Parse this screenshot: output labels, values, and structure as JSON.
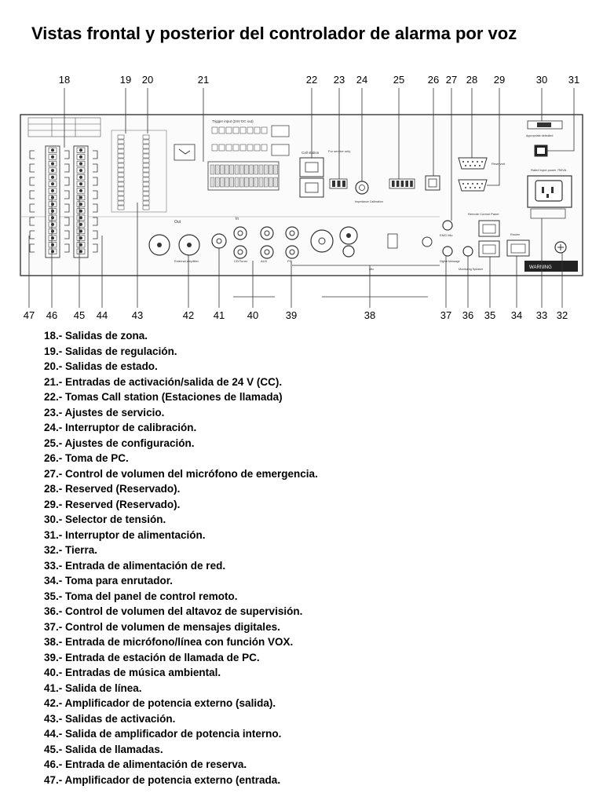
{
  "page": {
    "title": "Vistas frontal y posterior del controlador de alarma por voz"
  },
  "diagram": {
    "callout_top": [
      "18",
      "19",
      "20",
      "21",
      "22",
      "23",
      "24",
      "25",
      "26",
      "27",
      "28",
      "29",
      "30",
      "31"
    ],
    "callout_bottom": [
      "47",
      "46",
      "45",
      "44",
      "43",
      "42",
      "41",
      "40",
      "39",
      "38",
      "37",
      "36",
      "35",
      "34",
      "33",
      "32"
    ],
    "panel_labels": {
      "out": "Out",
      "in": "In",
      "ext_amp": "External amplifier",
      "cd_tuner": "CD/Tuner",
      "aux": "AUX",
      "pc": "PC",
      "mic": "Mic",
      "call_station": "Call station",
      "service_only": "For service only",
      "impedance": "Impedance Calibration",
      "trigger": "Trigger input (24V DC out)",
      "rated_power": "Rated input power 750VA",
      "voltage_selector": "Appropriate defaulted",
      "remote_panel": "Remote Control Panel",
      "router": "Router",
      "emg_mic": "EMG Mic",
      "digital_message": "Digital Message",
      "monitoring": "Monitoring Speaker",
      "reserved": "Reserved",
      "warning": "WARNING"
    }
  },
  "legend": [
    "18.- Salidas de zona.",
    "19.- Salidas de regulación.",
    "20.- Salidas de estado.",
    "21.- Entradas de activación/salida de 24 V (CC).",
    "22.- Tomas Call station (Estaciones de llamada)",
    "23.- Ajustes de servicio.",
    "24.- Interruptor de calibración.",
    "25.- Ajustes de configuración.",
    "26.- Toma de PC.",
    "27.- Control de volumen del micrófono de emergencia.",
    "28.- Reserved (Reservado).",
    "29.- Reserved (Reservado).",
    "30.- Selector de tensión.",
    "31.- Interruptor de alimentación.",
    "32.- Tierra.",
    "33.- Entrada de alimentación de red.",
    "34.- Toma para enrutador.",
    "35.- Toma del panel de control remoto.",
    "36.- Control de volumen del altavoz de supervisión.",
    "37.- Control de volumen de mensajes digitales.",
    "38.- Entrada de micrófono/línea con función VOX.",
    "39.- Entrada de estación de llamada de PC.",
    "40.- Entradas de música ambiental.",
    "41.- Salida de línea.",
    "42.- Amplificador de potencia externo (salida).",
    "43.- Salidas de activación.",
    "44.- Salida de amplificador de potencia interno.",
    "45.- Salida de llamadas.",
    "46.- Entrada de alimentación de reserva.",
    "47.- Amplificador de potencia externo (entrada."
  ]
}
